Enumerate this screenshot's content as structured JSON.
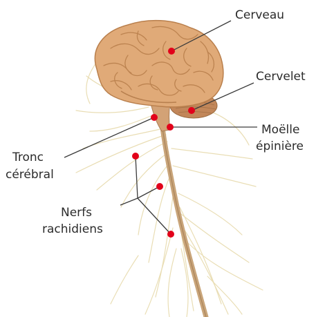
{
  "colors": {
    "leader_line": "#3a3a3a",
    "marker": "#e2001a",
    "brain": "#e0aa78",
    "brain_shadow": "#b97f4c",
    "cerebellum": "#c2875a",
    "nerves": "#e8dcb0",
    "spinal_cord": "#c9a57a"
  },
  "labels": {
    "cerveau": "Cerveau",
    "cervelet": "Cervelet",
    "moelle_line1": "Moëlle",
    "moelle_line2": "épinière",
    "tronc_line1": "Tronc",
    "tronc_line2": "cérébral",
    "nerfs_line1": "Nerfs",
    "nerfs_line2": "rachidiens"
  },
  "icons": {
    "marker": "red-dot",
    "anatomy": "nervous-system-illustration"
  }
}
